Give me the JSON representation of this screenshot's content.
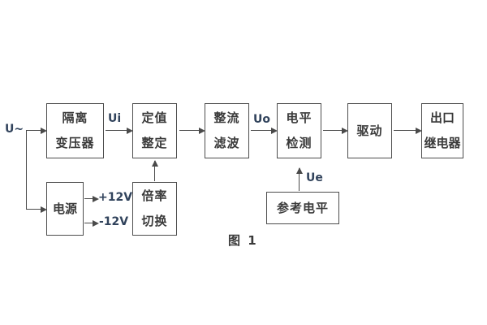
{
  "figure": {
    "caption": "图 1",
    "source_label": "U~",
    "signals": {
      "ui": "Ui",
      "uo": "Uo",
      "ue": "Ue",
      "rail_pos": "+12V",
      "rail_neg": "-12V"
    },
    "blocks": [
      {
        "name": "isolation-transformer",
        "lines": [
          "隔离",
          "变压器"
        ]
      },
      {
        "name": "setting-adjustment",
        "lines": [
          "定值",
          "整定"
        ]
      },
      {
        "name": "rectifier-filter",
        "lines": [
          "整流",
          "滤波"
        ]
      },
      {
        "name": "level-detector",
        "lines": [
          "电平",
          "检测"
        ]
      },
      {
        "name": "driver",
        "lines": [
          "驱动"
        ]
      },
      {
        "name": "output-relay",
        "lines": [
          "出口",
          "继电器"
        ]
      },
      {
        "name": "power-supply",
        "lines": [
          "电源"
        ]
      },
      {
        "name": "ratio-switch",
        "lines": [
          "倍率",
          "切换"
        ]
      },
      {
        "name": "reference-level",
        "lines": [
          "参考电平"
        ]
      }
    ],
    "colors": {
      "line": "#4a4a4a",
      "box_border": "#4d4d4d",
      "cjk_text": "#3a3a3a",
      "latin_text": "#31435c",
      "background": "#ffffff"
    }
  }
}
